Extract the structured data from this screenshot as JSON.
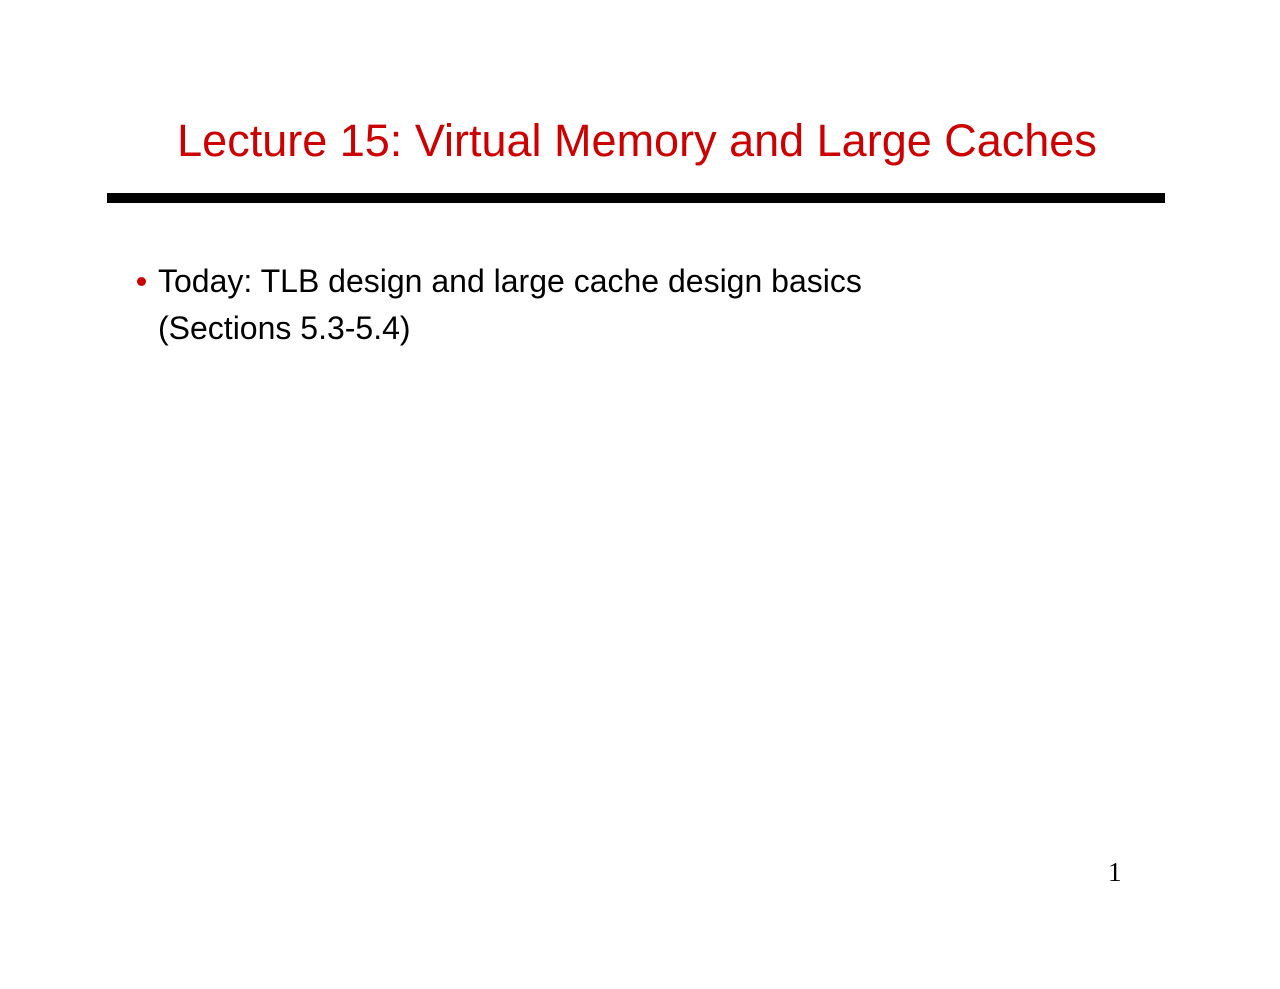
{
  "slide": {
    "title": "Lecture 15: Virtual Memory and Large Caches",
    "title_color": "#cc0000",
    "rule_color": "#000000",
    "background_color": "#ffffff",
    "body_color": "#000000",
    "bullet_color": "#cc0000",
    "page_number": "1",
    "bullets": [
      {
        "line1": "Today: TLB design and large cache design basics",
        "line2": "(Sections 5.3-5.4)"
      }
    ]
  }
}
